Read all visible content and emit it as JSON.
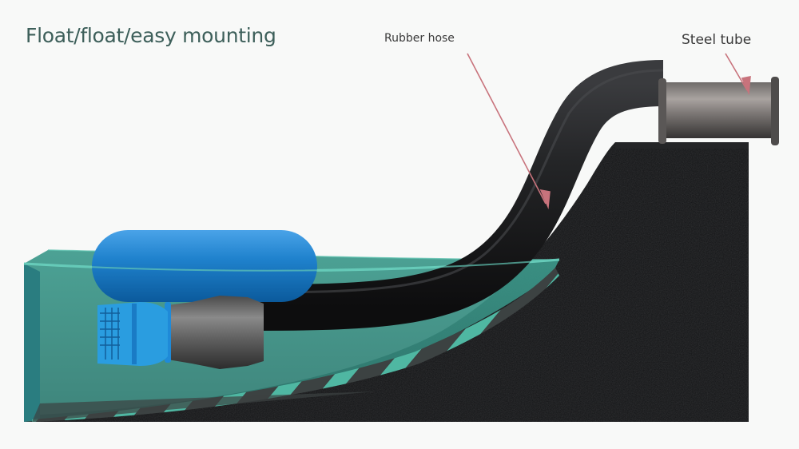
{
  "title": "Float/float/easy mounting",
  "labels": {
    "rubber_hose": "Rubber hose",
    "steel_tube": "Steel tube"
  },
  "components": [
    {
      "name": "float",
      "color": "#1f7fc8"
    },
    {
      "name": "strainer",
      "color": "#2a9de0"
    },
    {
      "name": "pump-body",
      "color": "#6b6b6b"
    },
    {
      "name": "rubber-hose",
      "color": "#1c1c1e"
    },
    {
      "name": "steel-tube",
      "color": "#8a8583"
    },
    {
      "name": "embankment",
      "color": "#111214"
    },
    {
      "name": "water",
      "color": "#3a8f84"
    }
  ],
  "colors": {
    "title": "#3d5f5a",
    "arrow": "#c8737c",
    "background": "#f8f9f8"
  }
}
